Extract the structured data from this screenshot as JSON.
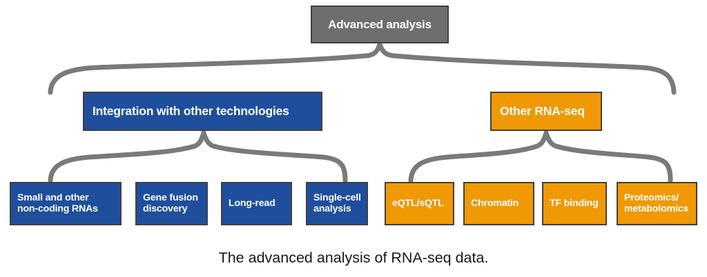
{
  "diagram": {
    "type": "hierarchy-tree",
    "caption": "The advanced analysis of RNA-seq data.",
    "colors": {
      "root_fill": "#6e6e6e",
      "branch_blue_fill": "#1f4e9c",
      "branch_orange_fill": "#f09905",
      "border": "#404040",
      "text": "#ffffff",
      "connector": "#7a7a7a",
      "caption_text": "#181818",
      "background": "#ffffff"
    },
    "root": {
      "label": "Advanced analysis",
      "color": "gray"
    },
    "branches": [
      {
        "label": "Integration with other technologies",
        "color": "blue",
        "children": [
          {
            "line1": "Small and other",
            "line2": "non-coding RNAs"
          },
          {
            "line1": "Gene fusion",
            "line2": "discovery"
          },
          {
            "line1": "Long-read",
            "line2": ""
          },
          {
            "line1": "Single-cell",
            "line2": "analysis"
          }
        ]
      },
      {
        "label": "Other RNA-seq",
        "color": "orange",
        "children": [
          {
            "line1": "eQTL/sQTL",
            "line2": ""
          },
          {
            "line1": "Chromatin",
            "line2": ""
          },
          {
            "line1": "TF binding",
            "line2": ""
          },
          {
            "line1": "Proteomics/",
            "line2": "metabolomics"
          }
        ]
      }
    ]
  }
}
